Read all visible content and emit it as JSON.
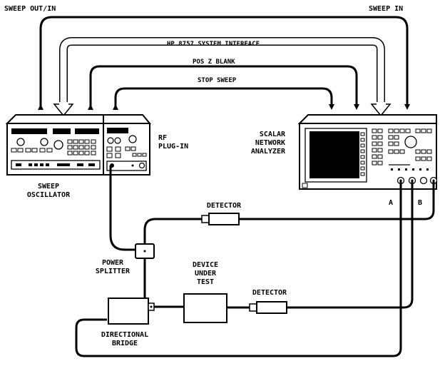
{
  "labels": {
    "sweep_out_in": "SWEEP OUT/IN",
    "sweep_in": "SWEEP IN",
    "system_interface": "HP 8757 SYSTEM INTERFACE",
    "pos_z_blank": "POS Z BLANK",
    "stop_sweep": "STOP SWEEP",
    "rf_plugin": [
      "RF",
      "PLUG-IN"
    ],
    "scalar_network_analyzer": [
      "SCALAR",
      "NETWORK",
      "ANALYZER"
    ],
    "sweep_oscillator": [
      "SWEEP",
      "OSCILLATOR"
    ],
    "detector_top": "DETECTOR",
    "detector_bottom": "DETECTOR",
    "power_splitter": [
      "POWER",
      "SPLITTER"
    ],
    "device_under_test": [
      "DEVICE",
      "UNDER",
      "TEST"
    ],
    "directional_bridge": [
      "DIRECTIONAL",
      "BRIDGE"
    ],
    "input_a": "A",
    "input_b": "B"
  }
}
